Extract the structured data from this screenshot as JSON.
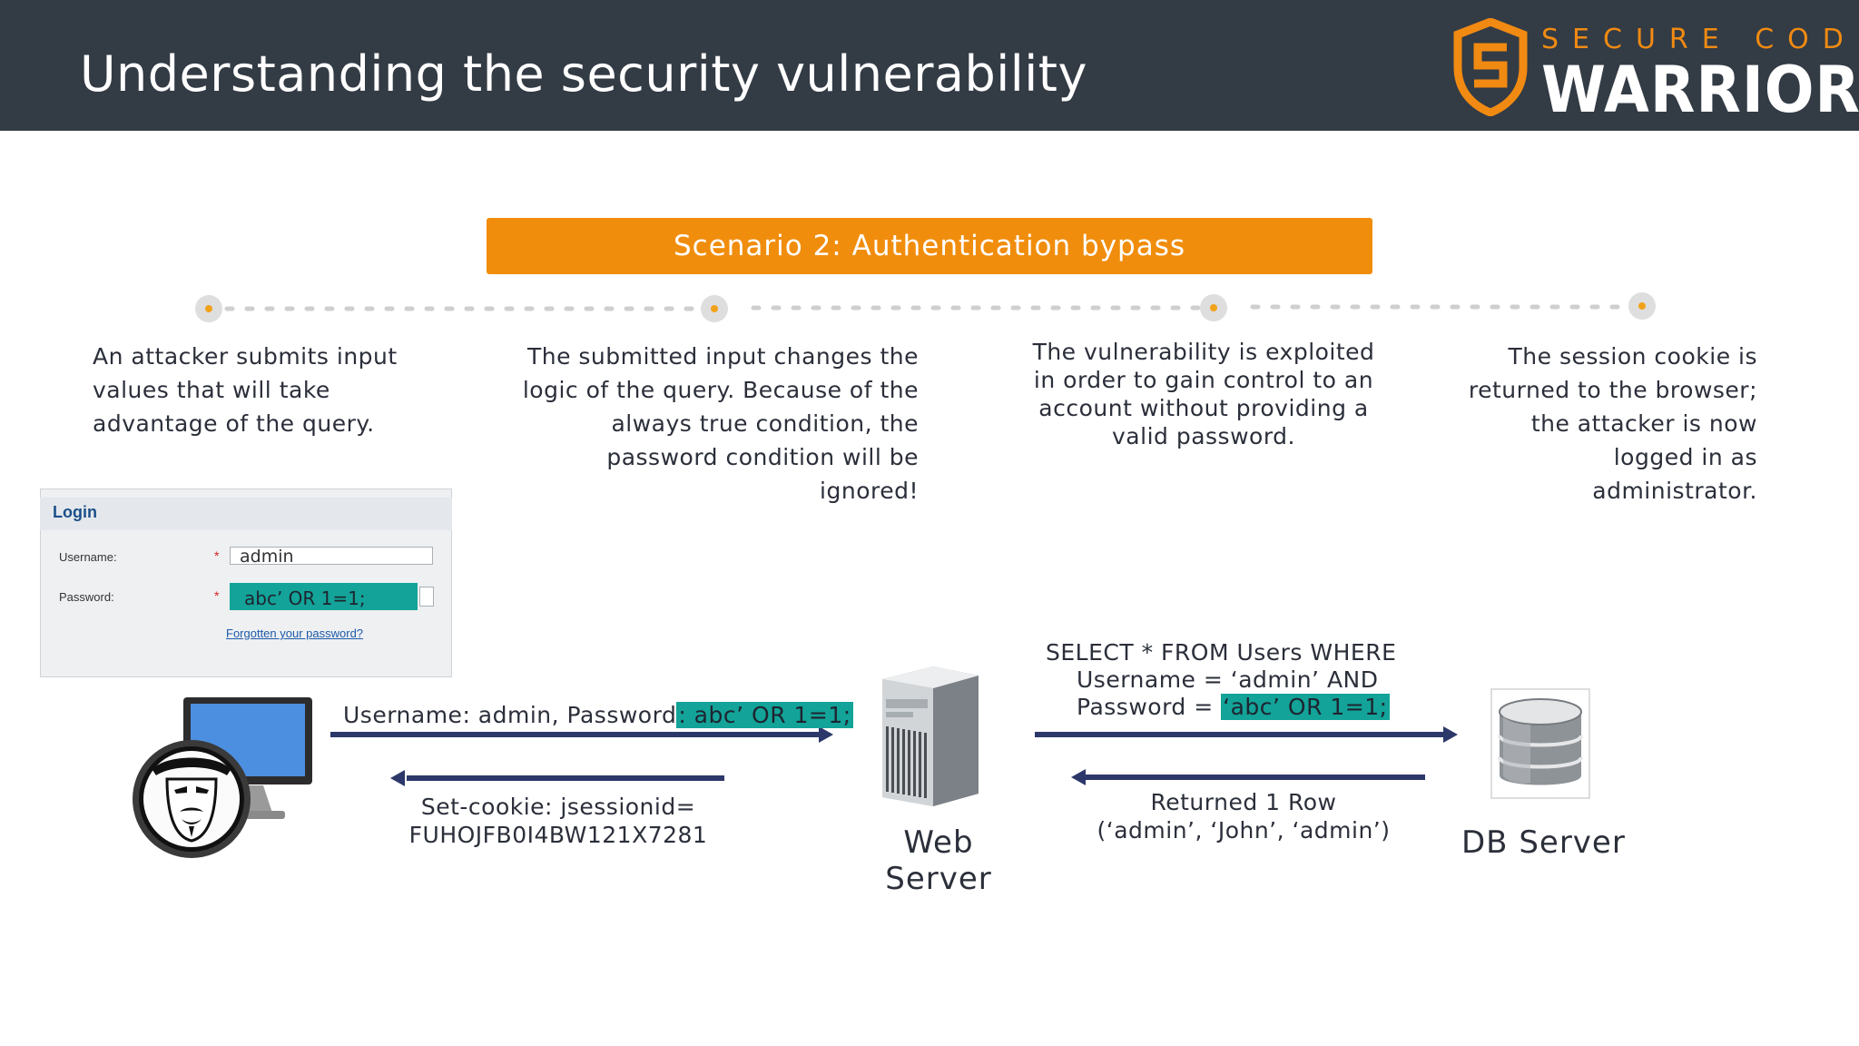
{
  "header": {
    "title": "Understanding the security vulnerability",
    "logo_top": "SECURE CODE",
    "logo_bottom": "WARRIOR",
    "background": "#333b45",
    "accent": "#f18d0c"
  },
  "banner": {
    "label": "Scenario 2: Authentication bypass"
  },
  "steps": [
    "An attacker submits input values that will take advantage of the query.",
    "The submitted input changes the logic of the query. Because of the always true condition, the password condition will be ignored!",
    "The vulnerability is exploited in order to gain control to an account without providing a valid password.",
    "The session cookie is returned to the browser; the attacker is now logged in as administrator."
  ],
  "login_form": {
    "title": "Login",
    "username_label": "Username:",
    "username_value": "admin",
    "password_label": "Password:",
    "password_value": "abc’ OR 1=1;",
    "required_mark": "*",
    "forgot_link": "Forgotten your password?"
  },
  "flow": {
    "request_prefix": "Username: admin, Password",
    "request_highlight": ": abc’ OR 1=1;",
    "response_line1": "Set-cookie: jsessionid=",
    "response_line2": "FUHOJFB0I4BW121X7281",
    "query_line1": "SELECT * FROM Users WHERE",
    "query_line2": "Username = ‘admin’ AND",
    "query_line3_prefix": "Password  =",
    "query_line3_highlight": "‘abc’ OR 1=1;",
    "result_line1": "Returned 1 Row",
    "result_line2": "(‘admin’, ‘John’, ‘admin’)"
  },
  "captions": {
    "web_server_line1": "Web",
    "web_server_line2": "Server",
    "db_server": "DB Server"
  },
  "colors": {
    "highlight": "#13a398",
    "arrow": "#2c3869"
  }
}
